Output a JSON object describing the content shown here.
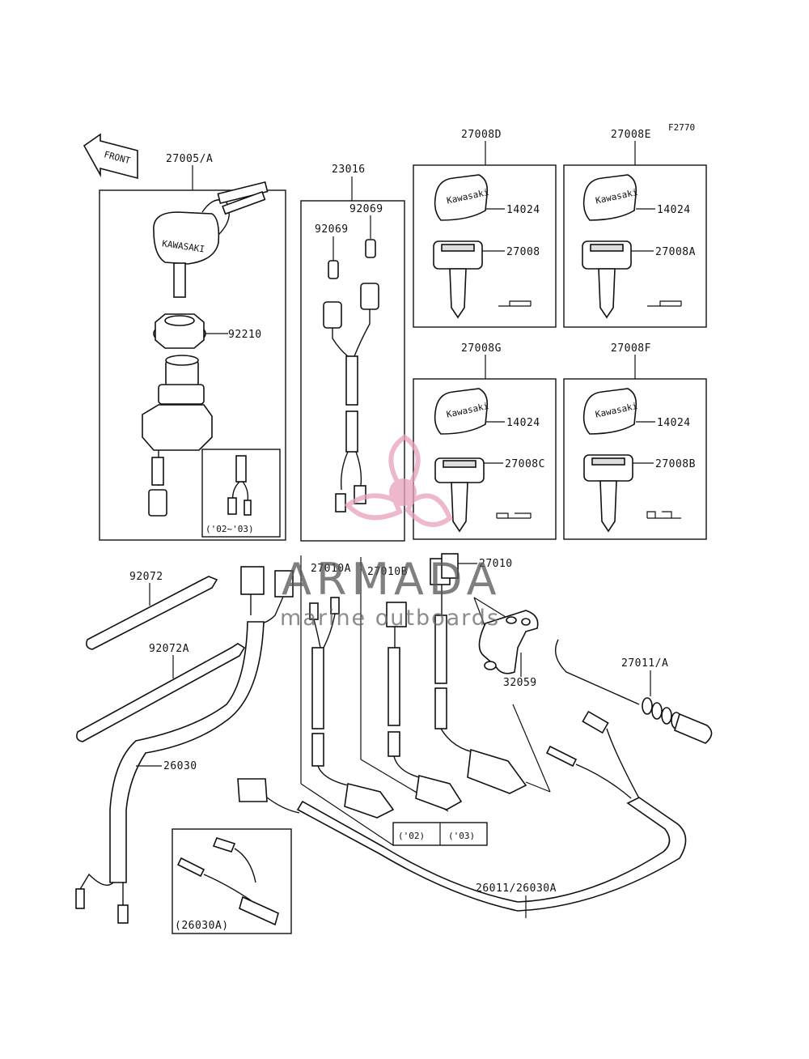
{
  "figure_code": "F2770",
  "front_label": "FRONT",
  "watermark": {
    "title": "ARMADA",
    "subtitle": "marine outboards",
    "logo_color": "#e8a0bd"
  },
  "labels": {
    "p27005A": "27005/A",
    "p92210": "92210",
    "year_0203": "('02~'03)",
    "p23016": "23016",
    "p92069a": "92069",
    "p92069b": "92069",
    "p27008D": "27008D",
    "p27008E": "27008E",
    "p14024_d": "14024",
    "p27008": "27008",
    "p14024_e": "14024",
    "p27008A": "27008A",
    "p27008G": "27008G",
    "p27008F": "27008F",
    "p14024_g": "14024",
    "p27008C": "27008C",
    "p14024_f": "14024",
    "p27008B": "27008B",
    "p92072": "92072",
    "p92072A": "92072A",
    "p27010A": "27010A",
    "p27010B": "27010B",
    "p27010": "27010",
    "p32059": "32059",
    "p27011A": "27011/A",
    "p26030": "26030",
    "y02": "('02)",
    "y03": "('03)",
    "p26011": "26011/26030A",
    "p26030A": "(26030A)"
  }
}
